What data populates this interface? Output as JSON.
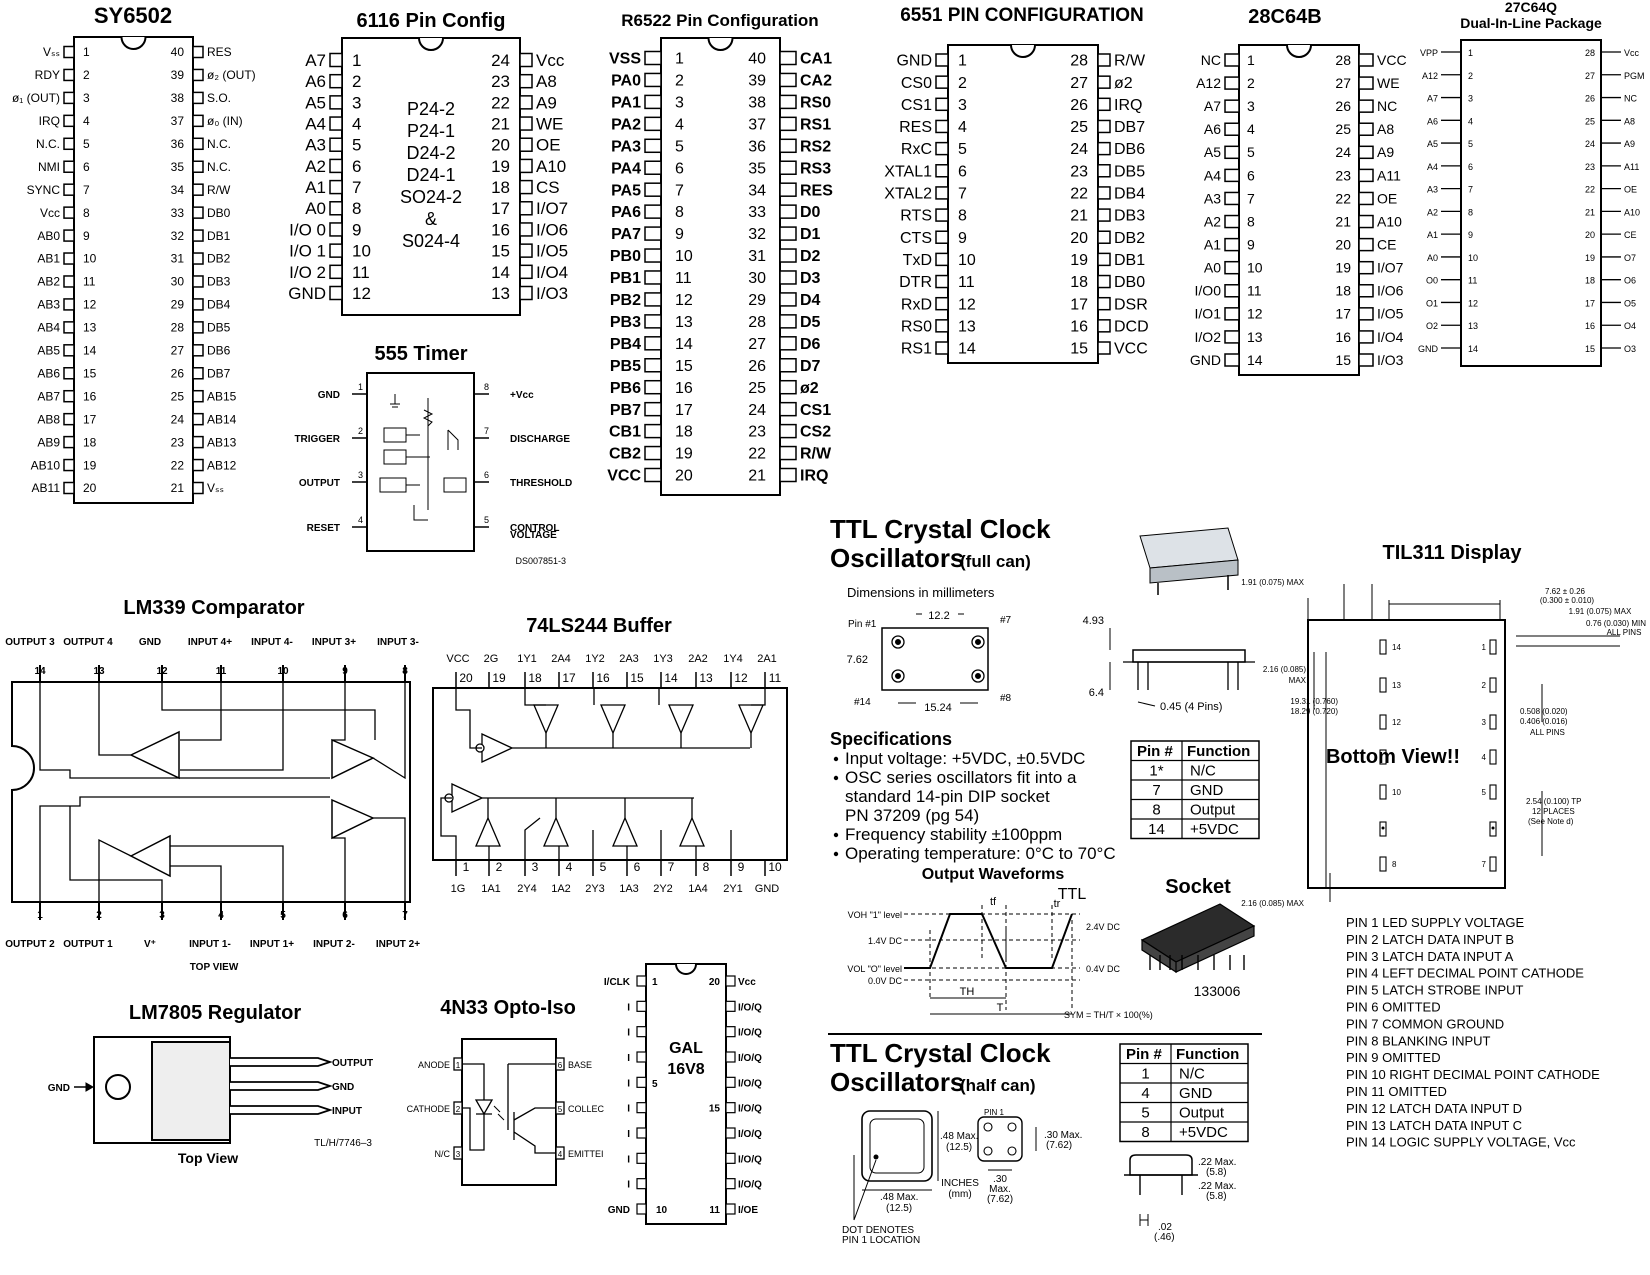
{
  "sy6502": {
    "title": "SY6502",
    "left": [
      {
        "n": "1",
        "l": "Vₛₛ"
      },
      {
        "n": "2",
        "l": "RDY"
      },
      {
        "n": "3",
        "l": "ø₁ (OUT)"
      },
      {
        "n": "4",
        "l": "IRQ"
      },
      {
        "n": "5",
        "l": "N.C."
      },
      {
        "n": "6",
        "l": "NMI"
      },
      {
        "n": "7",
        "l": "SYNC"
      },
      {
        "n": "8",
        "l": "Vᴄᴄ"
      },
      {
        "n": "9",
        "l": "AB0"
      },
      {
        "n": "10",
        "l": "AB1"
      },
      {
        "n": "11",
        "l": "AB2"
      },
      {
        "n": "12",
        "l": "AB3"
      },
      {
        "n": "13",
        "l": "AB4"
      },
      {
        "n": "14",
        "l": "AB5"
      },
      {
        "n": "15",
        "l": "AB6"
      },
      {
        "n": "16",
        "l": "AB7"
      },
      {
        "n": "17",
        "l": "AB8"
      },
      {
        "n": "18",
        "l": "AB9"
      },
      {
        "n": "19",
        "l": "AB10"
      },
      {
        "n": "20",
        "l": "AB11"
      }
    ],
    "right": [
      {
        "n": "40",
        "l": "RES"
      },
      {
        "n": "39",
        "l": "ø₂ (OUT)"
      },
      {
        "n": "38",
        "l": "S.O."
      },
      {
        "n": "37",
        "l": "ø₀ (IN)"
      },
      {
        "n": "36",
        "l": "N.C."
      },
      {
        "n": "35",
        "l": "N.C."
      },
      {
        "n": "34",
        "l": "R/W"
      },
      {
        "n": "33",
        "l": "DB0"
      },
      {
        "n": "32",
        "l": "DB1"
      },
      {
        "n": "31",
        "l": "DB2"
      },
      {
        "n": "30",
        "l": "DB3"
      },
      {
        "n": "29",
        "l": "DB4"
      },
      {
        "n": "28",
        "l": "DB5"
      },
      {
        "n": "27",
        "l": "DB6"
      },
      {
        "n": "26",
        "l": "DB7"
      },
      {
        "n": "25",
        "l": "AB15"
      },
      {
        "n": "24",
        "l": "AB14"
      },
      {
        "n": "23",
        "l": "AB13"
      },
      {
        "n": "22",
        "l": "AB12"
      },
      {
        "n": "21",
        "l": "Vₛₛ"
      }
    ]
  },
  "c6116": {
    "title": "6116 Pin Config",
    "left": [
      {
        "n": "1",
        "l": "A7"
      },
      {
        "n": "2",
        "l": "A6"
      },
      {
        "n": "3",
        "l": "A5"
      },
      {
        "n": "4",
        "l": "A4"
      },
      {
        "n": "5",
        "l": "A3"
      },
      {
        "n": "6",
        "l": "A2"
      },
      {
        "n": "7",
        "l": "A1"
      },
      {
        "n": "8",
        "l": "A0"
      },
      {
        "n": "9",
        "l": "I/O 0"
      },
      {
        "n": "10",
        "l": "I/O 1"
      },
      {
        "n": "11",
        "l": "I/O 2"
      },
      {
        "n": "12",
        "l": "GND"
      }
    ],
    "right": [
      {
        "n": "24",
        "l": "Vcc"
      },
      {
        "n": "23",
        "l": "A8"
      },
      {
        "n": "22",
        "l": "A9"
      },
      {
        "n": "21",
        "l": "WE"
      },
      {
        "n": "20",
        "l": "OE"
      },
      {
        "n": "19",
        "l": "A10"
      },
      {
        "n": "18",
        "l": "CS"
      },
      {
        "n": "17",
        "l": "I/O7"
      },
      {
        "n": "16",
        "l": "I/O6"
      },
      {
        "n": "15",
        "l": "I/O5"
      },
      {
        "n": "14",
        "l": "I/O4"
      },
      {
        "n": "13",
        "l": "I/O3"
      }
    ],
    "packages": [
      "P24-2",
      "P24-1",
      "D24-2",
      "D24-1",
      "SO24-2",
      "&",
      "S024-4"
    ]
  },
  "r6522": {
    "title": "R6522 Pin Configuration",
    "left": [
      {
        "n": "1",
        "l": "VSS"
      },
      {
        "n": "2",
        "l": "PA0"
      },
      {
        "n": "3",
        "l": "PA1"
      },
      {
        "n": "4",
        "l": "PA2"
      },
      {
        "n": "5",
        "l": "PA3"
      },
      {
        "n": "6",
        "l": "PA4"
      },
      {
        "n": "7",
        "l": "PA5"
      },
      {
        "n": "8",
        "l": "PA6"
      },
      {
        "n": "9",
        "l": "PA7"
      },
      {
        "n": "10",
        "l": "PB0"
      },
      {
        "n": "11",
        "l": "PB1"
      },
      {
        "n": "12",
        "l": "PB2"
      },
      {
        "n": "13",
        "l": "PB3"
      },
      {
        "n": "14",
        "l": "PB4"
      },
      {
        "n": "15",
        "l": "PB5"
      },
      {
        "n": "16",
        "l": "PB6"
      },
      {
        "n": "17",
        "l": "PB7"
      },
      {
        "n": "18",
        "l": "CB1"
      },
      {
        "n": "19",
        "l": "CB2"
      },
      {
        "n": "20",
        "l": "VCC"
      }
    ],
    "right": [
      {
        "n": "40",
        "l": "CA1"
      },
      {
        "n": "39",
        "l": "CA2"
      },
      {
        "n": "38",
        "l": "RS0"
      },
      {
        "n": "37",
        "l": "RS1"
      },
      {
        "n": "36",
        "l": "RS2"
      },
      {
        "n": "35",
        "l": "RS3"
      },
      {
        "n": "34",
        "l": "RES"
      },
      {
        "n": "33",
        "l": "D0"
      },
      {
        "n": "32",
        "l": "D1"
      },
      {
        "n": "31",
        "l": "D2"
      },
      {
        "n": "30",
        "l": "D3"
      },
      {
        "n": "29",
        "l": "D4"
      },
      {
        "n": "28",
        "l": "D5"
      },
      {
        "n": "27",
        "l": "D6"
      },
      {
        "n": "26",
        "l": "D7"
      },
      {
        "n": "25",
        "l": "ø2"
      },
      {
        "n": "24",
        "l": "CS1"
      },
      {
        "n": "23",
        "l": "CS2"
      },
      {
        "n": "22",
        "l": "R/W"
      },
      {
        "n": "21",
        "l": "IRQ"
      }
    ]
  },
  "c6551": {
    "title": "6551 PIN CONFIGURATION",
    "left": [
      {
        "n": "1",
        "l": "GND"
      },
      {
        "n": "2",
        "l": "CS0"
      },
      {
        "n": "3",
        "l": "CS1"
      },
      {
        "n": "4",
        "l": "RES"
      },
      {
        "n": "5",
        "l": "RxC"
      },
      {
        "n": "6",
        "l": "XTAL1"
      },
      {
        "n": "7",
        "l": "XTAL2"
      },
      {
        "n": "8",
        "l": "RTS"
      },
      {
        "n": "9",
        "l": "CTS"
      },
      {
        "n": "10",
        "l": "TxD"
      },
      {
        "n": "11",
        "l": "DTR"
      },
      {
        "n": "12",
        "l": "RxD"
      },
      {
        "n": "13",
        "l": "RS0"
      },
      {
        "n": "14",
        "l": "RS1"
      }
    ],
    "right": [
      {
        "n": "28",
        "l": "R/W"
      },
      {
        "n": "27",
        "l": "ø2"
      },
      {
        "n": "26",
        "l": "IRQ"
      },
      {
        "n": "25",
        "l": "DB7"
      },
      {
        "n": "24",
        "l": "DB6"
      },
      {
        "n": "23",
        "l": "DB5"
      },
      {
        "n": "22",
        "l": "DB4"
      },
      {
        "n": "21",
        "l": "DB3"
      },
      {
        "n": "20",
        "l": "DB2"
      },
      {
        "n": "19",
        "l": "DB1"
      },
      {
        "n": "18",
        "l": "DB0"
      },
      {
        "n": "17",
        "l": "DSR"
      },
      {
        "n": "16",
        "l": "DCD"
      },
      {
        "n": "15",
        "l": "VCC"
      }
    ]
  },
  "c28c64b": {
    "title": "28C64B",
    "left": [
      {
        "n": "1",
        "l": "NC"
      },
      {
        "n": "2",
        "l": "A12"
      },
      {
        "n": "3",
        "l": "A7"
      },
      {
        "n": "4",
        "l": "A6"
      },
      {
        "n": "5",
        "l": "A5"
      },
      {
        "n": "6",
        "l": "A4"
      },
      {
        "n": "7",
        "l": "A3"
      },
      {
        "n": "8",
        "l": "A2"
      },
      {
        "n": "9",
        "l": "A1"
      },
      {
        "n": "10",
        "l": "A0"
      },
      {
        "n": "11",
        "l": "I/O0"
      },
      {
        "n": "12",
        "l": "I/O1"
      },
      {
        "n": "13",
        "l": "I/O2"
      },
      {
        "n": "14",
        "l": "GND"
      }
    ],
    "right": [
      {
        "n": "28",
        "l": "VCC"
      },
      {
        "n": "27",
        "l": "WE"
      },
      {
        "n": "26",
        "l": "NC"
      },
      {
        "n": "25",
        "l": "A8"
      },
      {
        "n": "24",
        "l": "A9"
      },
      {
        "n": "23",
        "l": "A11"
      },
      {
        "n": "22",
        "l": "OE"
      },
      {
        "n": "21",
        "l": "A10"
      },
      {
        "n": "20",
        "l": "CE"
      },
      {
        "n": "19",
        "l": "I/O7"
      },
      {
        "n": "18",
        "l": "I/O6"
      },
      {
        "n": "17",
        "l": "I/O5"
      },
      {
        "n": "16",
        "l": "I/O4"
      },
      {
        "n": "15",
        "l": "I/O3"
      }
    ]
  },
  "c27c64q": {
    "title": "27C64Q",
    "subtitle": "Dual-In-Line Package",
    "left": [
      {
        "n": "1",
        "l": "VPP"
      },
      {
        "n": "2",
        "l": "A12"
      },
      {
        "n": "3",
        "l": "A7"
      },
      {
        "n": "4",
        "l": "A6"
      },
      {
        "n": "5",
        "l": "A5"
      },
      {
        "n": "6",
        "l": "A4"
      },
      {
        "n": "7",
        "l": "A3"
      },
      {
        "n": "8",
        "l": "A2"
      },
      {
        "n": "9",
        "l": "A1"
      },
      {
        "n": "10",
        "l": "A0"
      },
      {
        "n": "11",
        "l": "O0"
      },
      {
        "n": "12",
        "l": "O1"
      },
      {
        "n": "13",
        "l": "O2"
      },
      {
        "n": "14",
        "l": "GND"
      }
    ],
    "right": [
      {
        "n": "28",
        "l": "Vcc"
      },
      {
        "n": "27",
        "l": "PGM"
      },
      {
        "n": "26",
        "l": "NC"
      },
      {
        "n": "25",
        "l": "A8"
      },
      {
        "n": "24",
        "l": "A9"
      },
      {
        "n": "23",
        "l": "A11"
      },
      {
        "n": "22",
        "l": "OE"
      },
      {
        "n": "21",
        "l": "A10"
      },
      {
        "n": "20",
        "l": "CE"
      },
      {
        "n": "19",
        "l": "O7"
      },
      {
        "n": "18",
        "l": "O6"
      },
      {
        "n": "17",
        "l": "O5"
      },
      {
        "n": "16",
        "l": "O4"
      },
      {
        "n": "15",
        "l": "O3"
      }
    ]
  },
  "timer555": {
    "title": "555 Timer",
    "left": [
      {
        "n": "1",
        "l": "GND"
      },
      {
        "n": "2",
        "l": "TRIGGER"
      },
      {
        "n": "3",
        "l": "OUTPUT"
      },
      {
        "n": "4",
        "l": "RESET"
      }
    ],
    "right": [
      {
        "n": "8",
        "l": "+Vᴄᴄ"
      },
      {
        "n": "7",
        "l": "DISCHARGE"
      },
      {
        "n": "6",
        "l": "THRESHOLD"
      },
      {
        "n": "5",
        "l": "CONTROL"
      }
    ],
    "control2": "VOLTAGE",
    "code": "DS007851-3"
  },
  "lm339": {
    "title": "LM339 Comparator",
    "top": [
      {
        "n": "14",
        "l": "OUTPUT 3"
      },
      {
        "n": "13",
        "l": "OUTPUT 4"
      },
      {
        "n": "12",
        "l": "GND"
      },
      {
        "n": "11",
        "l": "INPUT 4+"
      },
      {
        "n": "10",
        "l": "INPUT 4-"
      },
      {
        "n": "9",
        "l": "INPUT 3+"
      },
      {
        "n": "8",
        "l": "INPUT 3-"
      }
    ],
    "bottom": [
      {
        "n": "1",
        "l": "OUTPUT 2"
      },
      {
        "n": "2",
        "l": "OUTPUT 1"
      },
      {
        "n": "3",
        "l": "V⁺"
      },
      {
        "n": "4",
        "l": "INPUT 1-"
      },
      {
        "n": "5",
        "l": "INPUT 1+"
      },
      {
        "n": "6",
        "l": "INPUT 2-"
      },
      {
        "n": "7",
        "l": "INPUT 2+"
      }
    ],
    "view": "TOP VIEW"
  },
  "ls244": {
    "title": "74LS244 Buffer",
    "top": [
      {
        "n": "20",
        "l": "VCC"
      },
      {
        "n": "19",
        "l": "2G"
      },
      {
        "n": "18",
        "l": "1Y1"
      },
      {
        "n": "17",
        "l": "2A4"
      },
      {
        "n": "16",
        "l": "1Y2"
      },
      {
        "n": "15",
        "l": "2A3"
      },
      {
        "n": "14",
        "l": "1Y3"
      },
      {
        "n": "13",
        "l": "2A2"
      },
      {
        "n": "12",
        "l": "1Y4"
      },
      {
        "n": "11",
        "l": "2A1"
      }
    ],
    "bottom": [
      {
        "n": "1",
        "l": "1G"
      },
      {
        "n": "2",
        "l": "1A1"
      },
      {
        "n": "3",
        "l": "2Y4"
      },
      {
        "n": "4",
        "l": "1A2"
      },
      {
        "n": "5",
        "l": "2Y3"
      },
      {
        "n": "6",
        "l": "1A3"
      },
      {
        "n": "7",
        "l": "2Y2"
      },
      {
        "n": "8",
        "l": "1A4"
      },
      {
        "n": "9",
        "l": "2Y1"
      },
      {
        "n": "10",
        "l": "GND"
      }
    ]
  },
  "lm7805": {
    "title": "LM7805 Regulator",
    "pins": [
      "OUTPUT",
      "GND",
      "INPUT"
    ],
    "gnd": "GND",
    "code": "TL/H/7746–3",
    "view": "Top View"
  },
  "n4n33": {
    "title": "4N33 Opto-Iso",
    "left": [
      {
        "n": "1",
        "l": "ANODE"
      },
      {
        "n": "2",
        "l": "CATHODE"
      },
      {
        "n": "3",
        "l": "N/C"
      }
    ],
    "right": [
      {
        "n": "6",
        "l": "BASE"
      },
      {
        "n": "5",
        "l": "COLLEC"
      },
      {
        "n": "4",
        "l": "EMITTEI"
      }
    ]
  },
  "gal16v8": {
    "title": "GAL",
    "title2": "16V8",
    "left": [
      {
        "n": "1",
        "l": "I/CLK"
      },
      {
        "n": "5",
        "l": ""
      },
      {
        "n": "10",
        "l": "GND"
      }
    ],
    "right": [
      {
        "n": "20",
        "l": "Vcc"
      },
      {
        "n": "",
        "l": "I/O/Q"
      },
      {
        "n": "",
        "l": "I/O/Q"
      },
      {
        "n": "",
        "l": "I/O/Q"
      },
      {
        "n": "",
        "l": "I/O/Q"
      },
      {
        "n": "15",
        "l": "I/O/Q"
      },
      {
        "n": "",
        "l": "I/O/Q"
      },
      {
        "n": "",
        "l": "I/O/Q"
      },
      {
        "n": "",
        "l": "I/O/Q"
      },
      {
        "n": "11",
        "l": "I/OE"
      }
    ],
    "input_mark": "I"
  },
  "ttl_full": {
    "title1": "TTL Crystal Clock",
    "title2": "Oscillators",
    "title2b": "(full can)",
    "dims": "Dimensions in millimeters",
    "d_pin1": "Pin #1",
    "d_p7": "#7",
    "d_p14": "#14",
    "d_p8": "#8",
    "d_122": "12.2",
    "d_762": "7.62",
    "d_1524": "15.24",
    "d_493": "4.93",
    "d_64": "6.4",
    "d_045": "0.45 (4 Pins)",
    "spec_title": "Specifications",
    "specs": [
      "Input voltage: +5VDC, ±0.5VDC",
      "OSC series oscillators fit into a",
      "standard 14-pin DIP socket",
      "PN 37209 (pg 54)",
      "Frequency stability ±100ppm",
      "Operating temperature: 0°C to 70°C"
    ],
    "table_head": [
      "Pin #",
      "Function"
    ],
    "table": [
      [
        "1*",
        "N/C"
      ],
      [
        "7",
        "GND"
      ],
      [
        "8",
        "Output"
      ],
      [
        "14",
        "+5VDC"
      ]
    ],
    "wave_title": "Output Waveforms",
    "wave_ttl": "TTL",
    "wave_tf": "tf",
    "wave_tr": "tr",
    "wave_voh": "VOH \"1\" level",
    "wave_14": "1.4V DC",
    "wave_vol": "VOL \"O\" level",
    "wave_00": "0.0V DC",
    "wave_24": "2.4V DC",
    "wave_04": "0.4V DC",
    "wave_th": "TH",
    "wave_t": "T",
    "wave_sym": "SYM = TH/T × 100(%)",
    "socket_title": "Socket",
    "socket_pn": "133006"
  },
  "ttl_half": {
    "title1": "TTL Crystal Clock",
    "title2": "Oscillators",
    "title2b": "(half can)",
    "table_head": [
      "Pin #",
      "Function"
    ],
    "table": [
      [
        "1",
        "N/C"
      ],
      [
        "4",
        "GND"
      ],
      [
        "5",
        "Output"
      ],
      [
        "8",
        "+5VDC"
      ]
    ],
    "d48a": ".48 Max.",
    "d125a": "(12.5)",
    "d48b": ".48 Max.",
    "d125b": "(12.5)",
    "d30a": ".30 Max.",
    "d762a": "(7.62)",
    "d30b": ".30",
    "d30bm": "Max.",
    "d762b": "(7.62)",
    "units1": "INCHES",
    "units2": "(mm)",
    "pin1": "PIN 1",
    "dot1": "DOT DENOTES",
    "dot2": "PIN 1 LOCATION",
    "d22a": ".22 Max.",
    "d58a": "(5.8)",
    "d22b": ".22 Max.",
    "d58b": "(5.8)",
    "d02": ".02",
    "d46": "(.46)"
  },
  "til311": {
    "title": "TIL311 Display",
    "bottom_view": "Bottom View!!",
    "dims": [
      "1.91 (0.075) MAX",
      "7.62 ± 0.26",
      "(0.300 ± 0.010)",
      "1.91 (0.075) MAX",
      "0.76 (0.030) MIN",
      "ALL PINS",
      "2.16 (0.085)",
      "MAX",
      "19.31 (0.760)",
      "18.29 (0.720)",
      "0.508 (0.020)",
      "0.406 (0.016)",
      "ALL PINS",
      "2.54 (0.100) TP",
      "12 PLACES",
      "(See Note d)",
      "2.16 (0.085) MAX"
    ],
    "pins": [
      "PIN 1   LED SUPPLY VOLTAGE",
      "PIN 2   LATCH DATA INPUT B",
      "PIN 3   LATCH DATA INPUT A",
      "PIN 4   LEFT DECIMAL POINT CATHODE",
      "PIN 5   LATCH STROBE INPUT",
      "PIN 6   OMITTED",
      "PIN 7   COMMON GROUND",
      "PIN 8   BLANKING INPUT",
      "PIN 9   OMITTED",
      "PIN 10  RIGHT DECIMAL POINT CATHODE",
      "PIN 11  OMITTED",
      "PIN 12  LATCH DATA INPUT D",
      "PIN 13  LATCH DATA INPUT C",
      "PIN 14  LOGIC SUPPLY VOLTAGE, Vᴄᴄ"
    ],
    "pad_left": [
      "14",
      "13",
      "12",
      "",
      "10",
      "",
      "8"
    ],
    "pad_right": [
      "1",
      "2",
      "3",
      "4",
      "5",
      "",
      "7"
    ]
  }
}
